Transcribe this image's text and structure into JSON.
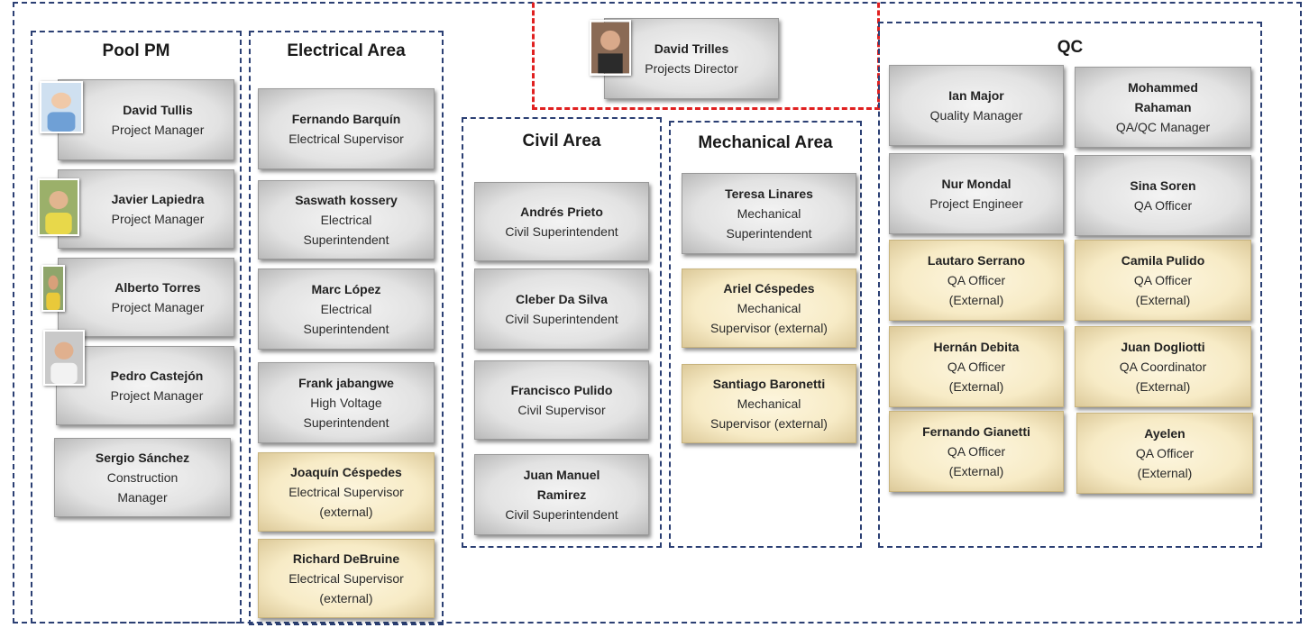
{
  "director": {
    "name": "David Trilles",
    "role": "Projects Director"
  },
  "pool_pm": {
    "title": "Pool PM",
    "cards": [
      {
        "name": "David Tullis",
        "lines": [
          "Project Manager"
        ],
        "avatar": "person-photo-icon"
      },
      {
        "name": "Javier Lapiedra",
        "lines": [
          "Project Manager"
        ],
        "avatar": "person-photo-icon"
      },
      {
        "name": "Alberto Torres",
        "lines": [
          "Project Manager"
        ],
        "avatar": "person-photo-icon"
      },
      {
        "name": "Pedro Castejón",
        "lines": [
          "Project Manager"
        ],
        "avatar": "person-photo-icon"
      },
      {
        "name": "Sergio Sánchez",
        "lines": [
          "Construction",
          "Manager"
        ]
      }
    ]
  },
  "electrical": {
    "title": "Electrical Area",
    "cards": [
      {
        "name": "Fernando Barquín",
        "lines": [
          "Electrical Supervisor"
        ]
      },
      {
        "name": "Saswath kossery",
        "lines": [
          "Electrical",
          "Superintendent"
        ]
      },
      {
        "name": "Marc López",
        "lines": [
          "Electrical",
          "Superintendent"
        ]
      },
      {
        "name": "Frank jabangwe",
        "lines": [
          "High Voltage",
          "Superintendent"
        ]
      },
      {
        "name": "Joaquín Céspedes",
        "lines": [
          "Electrical Supervisor",
          "(external)"
        ],
        "external": true
      },
      {
        "name": "Richard DeBruine",
        "lines": [
          "Electrical Supervisor",
          "(external)"
        ],
        "external": true
      }
    ]
  },
  "civil": {
    "title": "Civil Area",
    "cards": [
      {
        "name": "Andrés Prieto",
        "lines": [
          "Civil Superintendent"
        ]
      },
      {
        "name": "Cleber Da Silva",
        "lines": [
          "Civil Superintendent"
        ]
      },
      {
        "name": "Francisco Pulido",
        "lines": [
          "Civil Supervisor"
        ]
      },
      {
        "name": "Juan Manuel",
        "name2": "Ramirez",
        "lines": [
          "Civil Superintendent"
        ]
      }
    ]
  },
  "mechanical": {
    "title": "Mechanical Area",
    "cards": [
      {
        "name": "Teresa Linares",
        "lines": [
          "Mechanical",
          "Superintendent"
        ]
      },
      {
        "name": "Ariel Céspedes",
        "lines": [
          "Mechanical",
          "Supervisor (external)"
        ],
        "external": true
      },
      {
        "name": "Santiago Baronetti",
        "lines": [
          "Mechanical",
          "Supervisor (external)"
        ],
        "external": true
      }
    ]
  },
  "qc": {
    "title": "QC",
    "cards": [
      {
        "name": "Ian Major",
        "lines": [
          "Quality Manager"
        ]
      },
      {
        "name": "Mohammed",
        "name2": "Rahaman",
        "lines": [
          "QA/QC Manager"
        ]
      },
      {
        "name": "Nur Mondal",
        "lines": [
          "Project Engineer"
        ]
      },
      {
        "name": "Sina Soren",
        "lines": [
          "QA Officer"
        ]
      },
      {
        "name": "Lautaro Serrano",
        "lines": [
          "QA Officer",
          "(External)"
        ],
        "external": true
      },
      {
        "name": "Camila Pulido",
        "lines": [
          "QA Officer",
          "(External)"
        ],
        "external": true
      },
      {
        "name": "Hernán Debita",
        "lines": [
          "QA Officer",
          "(External)"
        ],
        "external": true
      },
      {
        "name": "Juan Dogliotti",
        "lines": [
          "QA Coordinator",
          "(External)"
        ],
        "external": true
      },
      {
        "name": "Fernando Gianetti",
        "lines": [
          "QA Officer",
          "(External)"
        ],
        "external": true
      },
      {
        "name": "Ayelen",
        "lines": [
          "QA Officer",
          "(External)"
        ],
        "external": true
      }
    ]
  },
  "colors": {
    "frame": "#2b3f73",
    "director_frame": "#e02020",
    "external_card": "#f7ebc6",
    "internal_card": "#e2e2e2"
  }
}
